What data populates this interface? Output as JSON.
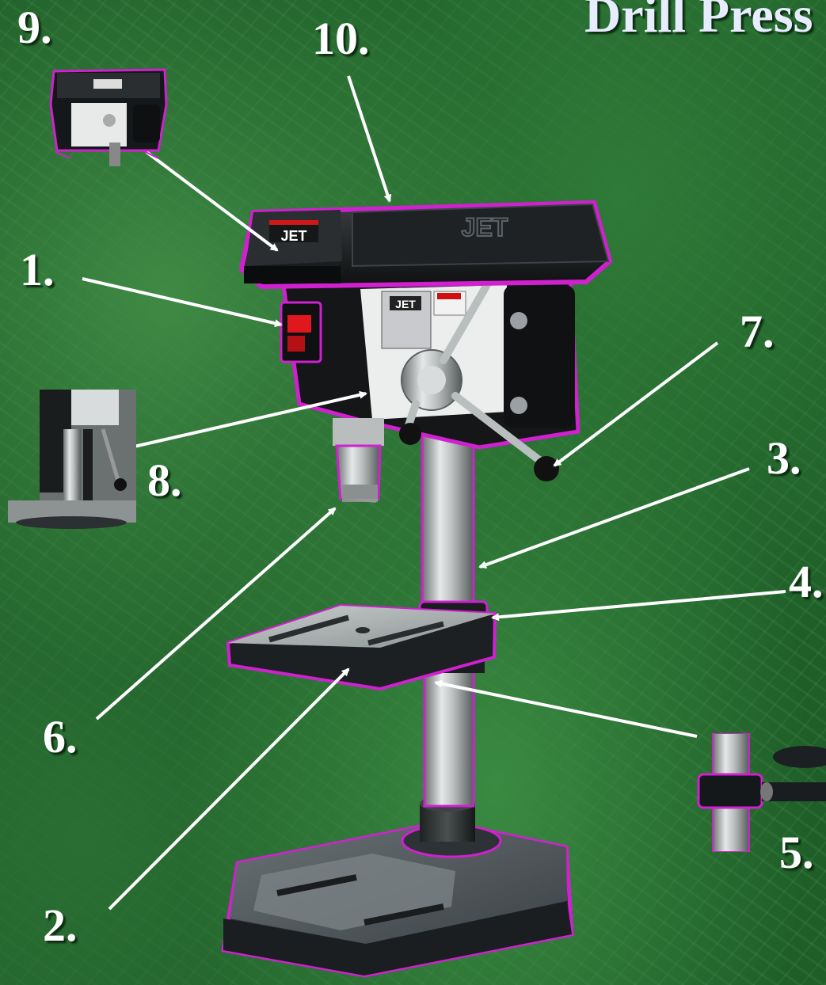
{
  "title": "Drill Press",
  "brand": "JET",
  "labels": {
    "n1": "1.",
    "n2": "2.",
    "n3": "3.",
    "n4": "4.",
    "n5": "5.",
    "n6": "6.",
    "n7": "7.",
    "n8": "8.",
    "n9": "9.",
    "n10": "10."
  },
  "colors": {
    "background": "#1f5e28",
    "outline": "#d020d0",
    "arrow": "#ffffff",
    "label": "#ffffff"
  }
}
